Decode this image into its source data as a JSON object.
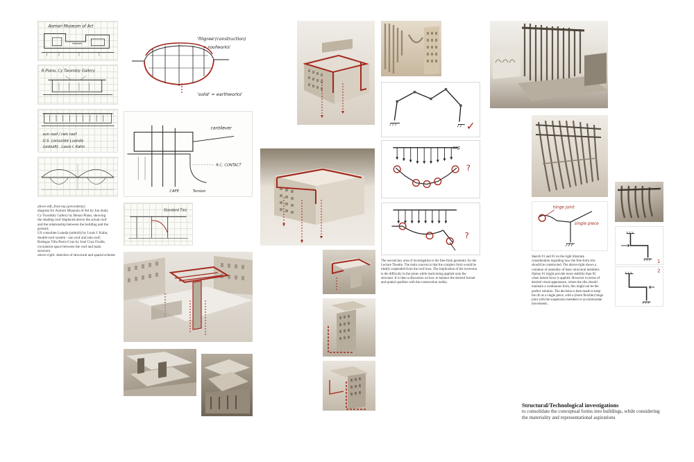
{
  "sketches": {
    "s1_title": "Aomori Museum of Art",
    "s2_title": "R.Piano, Cy Twombly Gallery",
    "s3_note1": "sun roof / rain roof",
    "s3_note2": "U.S. consulate Luanda",
    "s3_note3": "(unbuilt) . Louis I. Kahn",
    "big_note1": "'filigree'(construction)",
    "big_note2": "= roofworks'",
    "big_note3": "'solid' = earthworks'",
    "mid_note1": "cantilever",
    "mid_note2": "R.C. CONTACT",
    "mid_note3": "CAFE",
    "mid_note4": "Tension",
    "small_note": "Standard Ties"
  },
  "left_caption": {
    "head": "above-left, from top (precedents):",
    "lines": [
      "diagram for Aomori Museum of Art by Jun Aoki;",
      "Cy Twombly Gallery by Renzo Piano, showing",
      "the shading roof displaced above the actual roof",
      "and the relationship between the building and the",
      "ground;",
      "US consulate Luanda (unbuilt) by Louis I. Kahn,",
      "double-roof system - sun roof and rain roof;",
      "Bodegas Viña Perez-Cruz by José Cruz Ovalle,",
      "circulation space between the roof and main",
      "structure."
    ],
    "tail_head": "above-right:",
    "tail": "sketches of structural and spatial scheme"
  },
  "diagram_notes": {
    "question1": "?",
    "question2": "?",
    "load_label": "sag",
    "check": "✓"
  },
  "mid_caption": {
    "lines": [
      "The second key area of investigation is the free-form geometry for the",
      "Lecture Theatre. The main concern is that the complex form would be",
      "ideally suspended from the roof truss. The implication of the inversion",
      "is the difficulty in the joints while loads being applied onto the",
      "structure. It is then a discussion on how to balance the desired formal",
      "and spatial qualities with the construction reality."
    ]
  },
  "right_sketch": {
    "hinge": "hinge joint",
    "single": "single piece",
    "num1": "1",
    "num2": "2"
  },
  "right_caption": {
    "lines": [
      "Sketch #1 and #2 on the right illustrate",
      "consideration regarding how the free-form ribs",
      "should be constructed. The above-right shows a",
      "variation of assembly of basic structural members.",
      "Option #1 might provide more stability than #2",
      "when lateral force is applied. However in terms of",
      "desired visual appearance, where the ribs should",
      "maintain a continuous form, this might not be the",
      "perfect solution. The decision is then made to keep",
      "the rib as a single piece, with a (more flexible) hinge",
      "joint with the suspension members to accommodate",
      "movements."
    ]
  },
  "title_block": {
    "title": "Structural/Technological investigations",
    "sub1": "to consolidate the conceptual forms into buildings, while considering",
    "sub2": "the materiality and representational aspirations"
  },
  "colors": {
    "red": "#a3291e",
    "ink": "#222222",
    "model": "#cfc6b8"
  }
}
